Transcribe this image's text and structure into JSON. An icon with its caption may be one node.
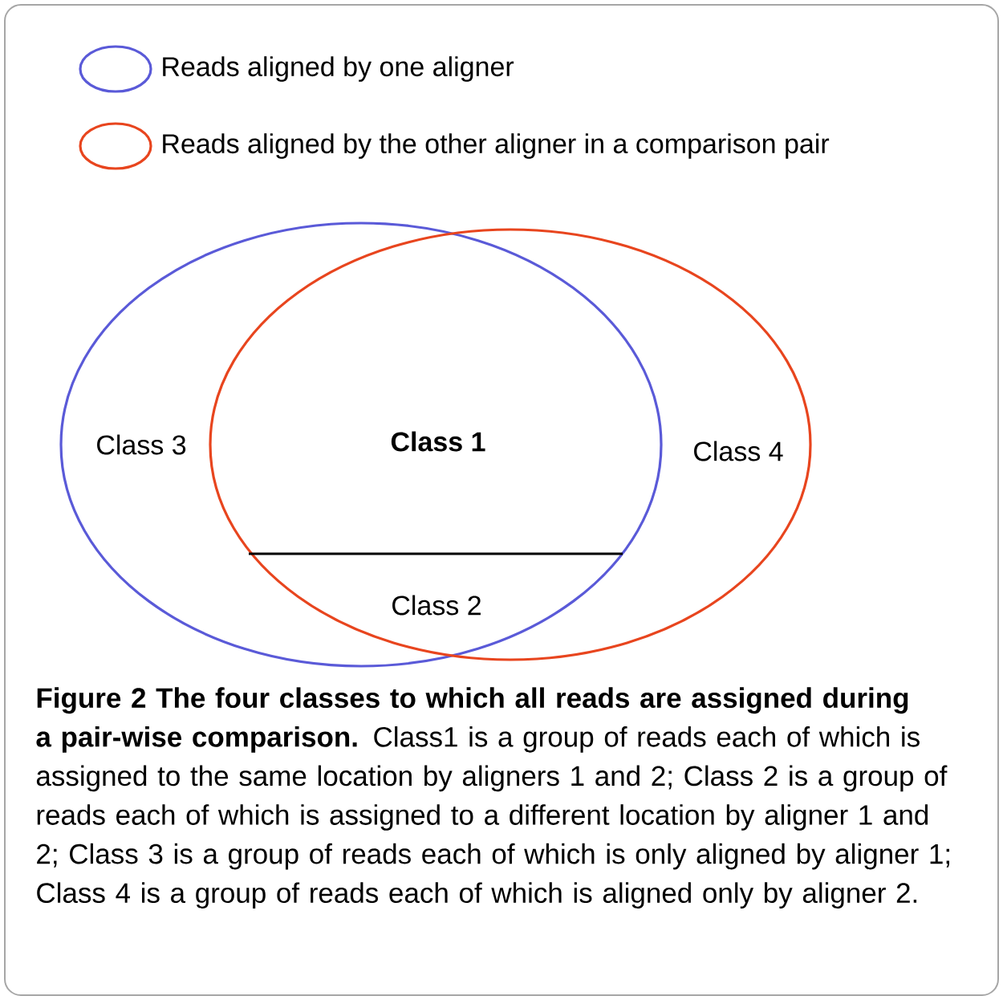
{
  "diagram": {
    "caption": "**Figure 2 The four classes to which all reads are assigned during a pair-wise comparison.** Class1 is a group of reads each of which is assigned to the same location by aligners 1 and 2; Class 2 is a group of reads each of which is assigned to a different location by aligner 1 and 2; Class 3 is a group of reads each of which is only aligned by aligner 1; Class 4 is a group of reads each of which is aligned only by aligner 2.",
    "labels": [
      "Class 3",
      "Class 1",
      "Class 4",
      "Class 2"
    ],
    "legend": [
      {
        "text": "Reads aligned by one aligner"
      },
      {
        "text": "Reads aligned by the other aligner in a comparison pair"
      }
    ]
  }
}
